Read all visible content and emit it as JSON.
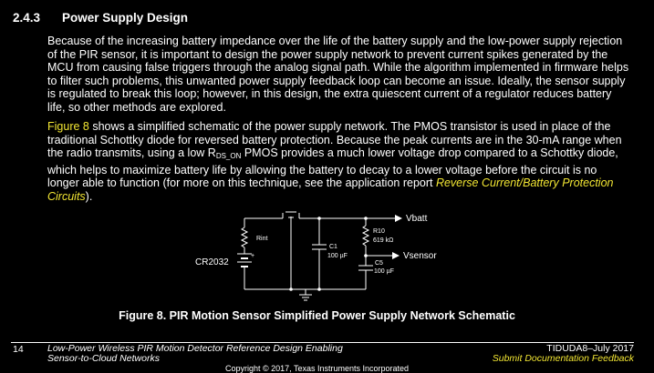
{
  "section": {
    "number": "2.4.3",
    "title": "Power Supply Design"
  },
  "paragraph1": "Because of the increasing battery impedance over the life of the battery supply and the low-power supply rejection of the PIR sensor, it is important to design the power supply network to prevent current spikes generated by the MCU from causing false triggers through the analog signal path. While the algorithm implemented in firmware helps to filter such problems, this unwanted power supply feedback loop can become an issue. Ideally, the sensor supply is regulated to break this loop; however, in this design, the extra quiescent current of a regulator reduces battery life, so other methods are explored.",
  "paragraph2": {
    "figure_link": "Figure 8",
    "text_a": " shows a simplified schematic of the power supply network. The PMOS transistor is used in place of the traditional Schottky diode for reversed battery protection. Because the peak currents are in the 30-mA range when the radio transmits, using a low R",
    "subscript": "DS_ON",
    "text_b": " PMOS provides a much lower voltage drop compared to a Schottky diode, which helps to maximize battery life by allowing the battery to decay to a lower voltage before the circuit is no longer able to function (for more on this technique, see the application report ",
    "report_link": "Reverse Current/Battery Protection Circuits",
    "text_c": ")."
  },
  "schematic": {
    "vbatt": "Vbatt",
    "rint": "Rint",
    "cr2032": "CR2032",
    "c1": "C1",
    "c1_value": "100 µF",
    "r10": "R10",
    "r10_value": "619 kΩ",
    "vsensor": "Vsensor",
    "c5": "C5",
    "c5_value": "100 µF"
  },
  "figure_caption": "Figure 8. PIR Motion Sensor Simplified Power Supply Network Schematic",
  "footer": {
    "page_number": "14",
    "doc_title_line1": "Low-Power Wireless PIR Motion Detector Reference Design Enabling",
    "doc_title_line2": "Sensor-to-Cloud Networks",
    "doc_id": "TIDUDA8–July 2017",
    "feedback_link": "Submit Documentation Feedback",
    "copyright": "Copyright © 2017, Texas Instruments Incorporated"
  }
}
